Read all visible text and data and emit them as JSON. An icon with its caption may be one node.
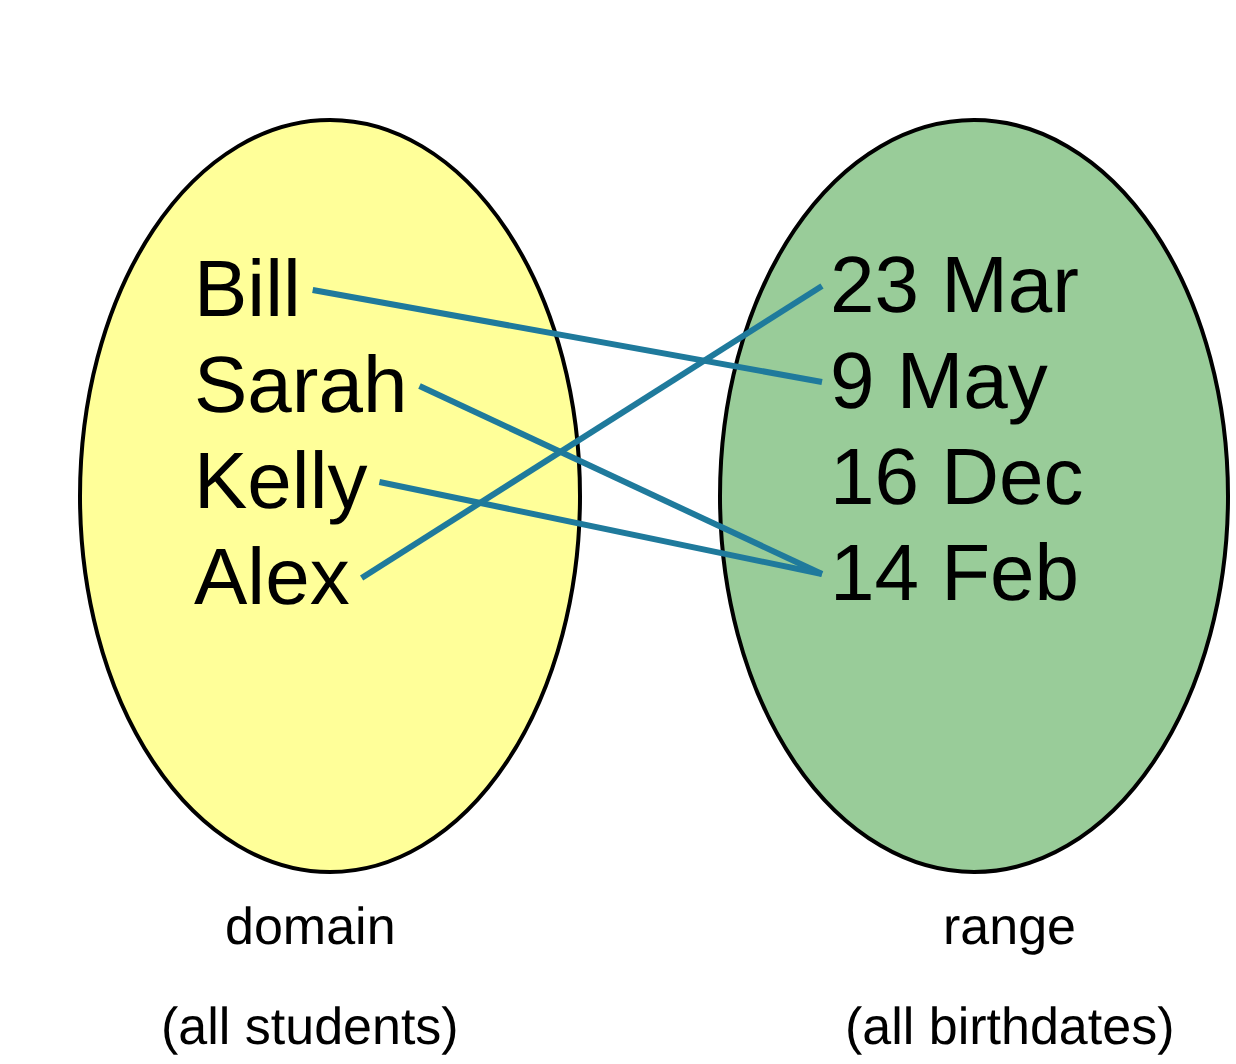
{
  "diagram": {
    "nodes": [
      {
        "text": [
          "domain",
          "(all students)"
        ]
      },
      {
        "text": [
          "range",
          "(all birthdates)"
        ]
      },
      {
        "text": [
          "Bill"
        ],
        "in": 0
      },
      {
        "text": [
          "Sarah"
        ],
        "in": 0
      },
      {
        "text": [
          "Kelly"
        ],
        "in": 0
      },
      {
        "text": [
          "Alex"
        ],
        "in": 0
      },
      {
        "text": [
          "23 Mar"
        ],
        "in": 1
      },
      {
        "text": [
          "9 May"
        ],
        "in": 1
      },
      {
        "text": [
          "16 Dec"
        ],
        "in": 1
      },
      {
        "text": [
          "14 Feb"
        ],
        "in": 1
      }
    ],
    "edges": [
      {
        "from": 2,
        "to": 7,
        "arrow": "none"
      },
      {
        "from": 3,
        "to": 9,
        "arrow": "none"
      },
      {
        "from": 4,
        "to": 9,
        "arrow": "none"
      },
      {
        "from": 5,
        "to": 6,
        "arrow": "none"
      }
    ]
  }
}
